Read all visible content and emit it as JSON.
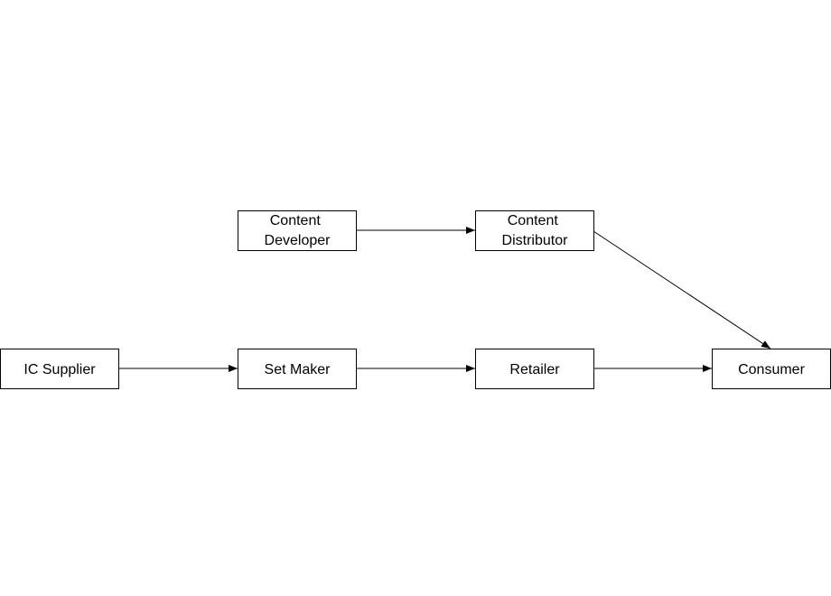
{
  "diagram": {
    "nodes": [
      {
        "id": "content-developer",
        "lines": [
          "Content",
          "Developer"
        ]
      },
      {
        "id": "content-distributor",
        "lines": [
          "Content",
          "Distributor"
        ]
      },
      {
        "id": "ic-supplier",
        "lines": [
          "IC Supplier"
        ]
      },
      {
        "id": "set-maker",
        "lines": [
          "Set Maker"
        ]
      },
      {
        "id": "retailer",
        "lines": [
          "Retailer"
        ]
      },
      {
        "id": "consumer",
        "lines": [
          "Consumer"
        ]
      }
    ],
    "edges": [
      {
        "from": "content-developer",
        "to": "content-distributor"
      },
      {
        "from": "content-distributor",
        "to": "consumer"
      },
      {
        "from": "ic-supplier",
        "to": "set-maker"
      },
      {
        "from": "set-maker",
        "to": "retailer"
      },
      {
        "from": "retailer",
        "to": "consumer"
      }
    ],
    "colors": {
      "stroke": "#000000",
      "fill": "#ffffff",
      "text": "#000000"
    }
  }
}
